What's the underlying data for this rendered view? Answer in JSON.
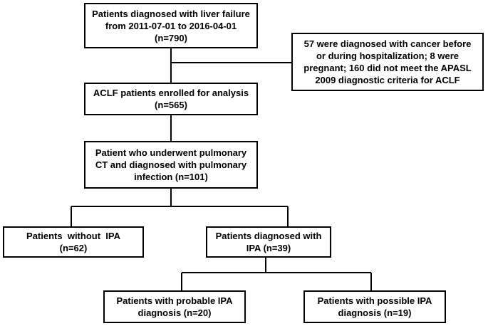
{
  "boxes": {
    "diagnosed": {
      "line1": "Patients diagnosed with liver failure",
      "line2": "from 2011-07-01 to 2016-04-01",
      "line3": "(n=790)"
    },
    "excluded": {
      "line1": "57 were diagnosed with cancer before",
      "line2": "or during hospitalization; 8 were",
      "line3": "pregnant; 160 did not meet the APASL",
      "line4": "2009 diagnostic criteria for ACLF"
    },
    "enrolled": {
      "line1": "ACLF patients enrolled for analysis",
      "line2": "(n=565)"
    },
    "ct": {
      "line1": "Patient who underwent pulmonary",
      "line2": "CT and diagnosed with pulmonary",
      "line3": "infection  (n=101)"
    },
    "without_ipa": {
      "line1": "Patients  without  IPA",
      "line2": "(n=62)"
    },
    "with_ipa": {
      "line1": "Patients diagnosed with",
      "line2": "IPA (n=39)"
    },
    "probable": {
      "line1": "Patients with probable IPA",
      "line2": "diagnosis (n=20)"
    },
    "possible": {
      "line1": "Patients with possible IPA",
      "line2": "diagnosis (n=19)"
    }
  }
}
